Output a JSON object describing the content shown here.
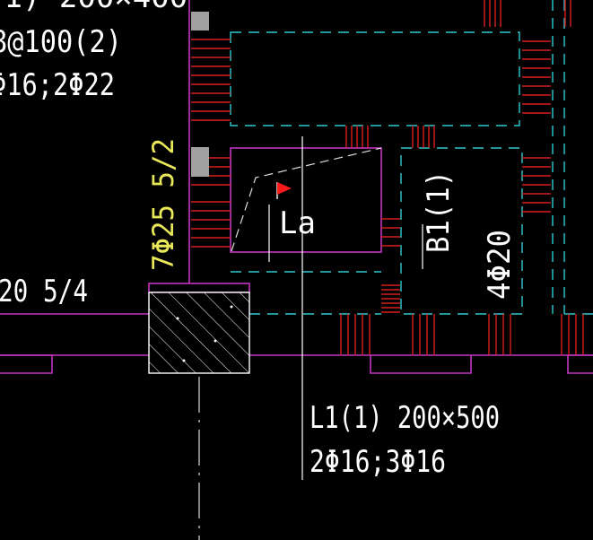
{
  "colors": {
    "background": "#000000",
    "beam_outline": "#c234c2",
    "hidden_line": "#2ec9cf",
    "rebar": "#d61f1f",
    "annotation_white": "#ffffff",
    "annotation_yellow": "#e8e85a",
    "flag": "#ff1a1a",
    "grip": "#a0a0a0"
  },
  "labels": {
    "top_partial": "(1) 200×400",
    "stirrup_partial": "8@100(2)",
    "bars_partial": "Φ16;2Φ22",
    "left_bars_partial": "20 5/4",
    "column_bars": "7Φ25 5/2",
    "la_label": "La",
    "b1_beam": "B1(1)",
    "b1_bars": "4Φ20",
    "l1_beam": "L1(1) 200×500",
    "l1_bars": "2Φ16;3Φ16"
  },
  "icons": {
    "flag": "red-flag-icon",
    "grip": "grip-square-icon"
  }
}
